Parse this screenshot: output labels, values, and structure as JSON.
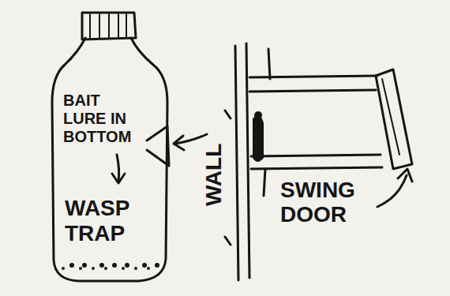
{
  "diagram": {
    "nodes": [
      {
        "text": [
          "BAIT LURE IN BOTTOM",
          "WASP TRAP"
        ]
      }
    ],
    "labels": [
      "WALL",
      "SWING DOOR"
    ]
  }
}
